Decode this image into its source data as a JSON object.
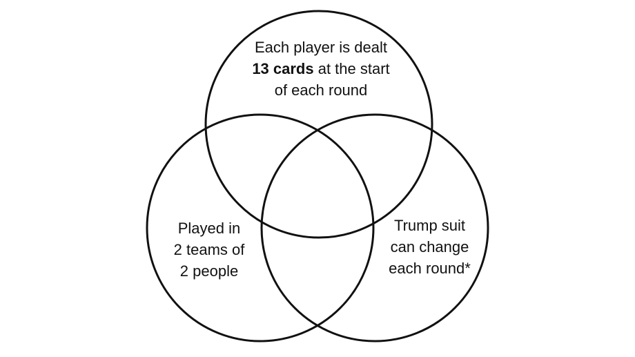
{
  "diagram": {
    "sets": [
      {
        "id": "top",
        "lines": [
          [
            {
              "text": "Each player is dealt",
              "bold": false
            }
          ],
          [
            {
              "text": "13 cards",
              "bold": true
            },
            {
              "text": " at the start",
              "bold": false
            }
          ],
          [
            {
              "text": "of each round",
              "bold": false
            }
          ]
        ]
      },
      {
        "id": "left",
        "lines": [
          [
            {
              "text": "Played in",
              "bold": false
            }
          ],
          [
            {
              "text": "2 teams of",
              "bold": false
            }
          ],
          [
            {
              "text": "2 people",
              "bold": false
            }
          ]
        ]
      },
      {
        "id": "right",
        "lines": [
          [
            {
              "text": "Trump suit",
              "bold": false
            }
          ],
          [
            {
              "text": "can change",
              "bold": false
            }
          ],
          [
            {
              "text": "each round*",
              "bold": false
            }
          ]
        ]
      }
    ],
    "colors": {
      "stroke": "#111111",
      "text": "#111111",
      "background": "#ffffff"
    }
  }
}
